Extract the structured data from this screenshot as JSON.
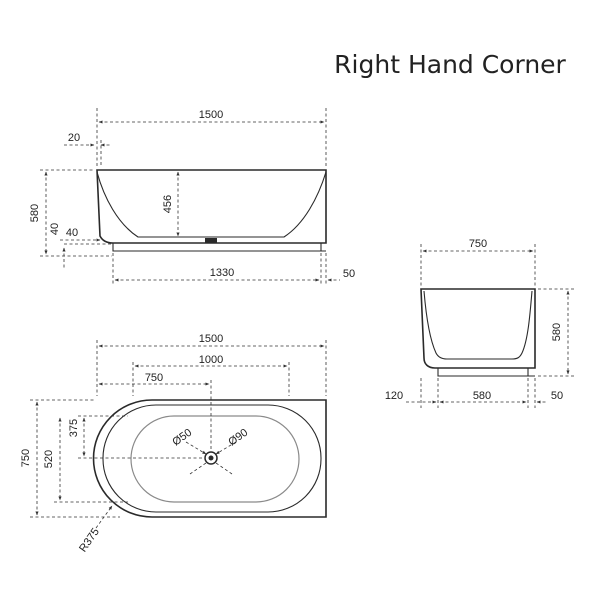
{
  "title": "Right Hand Corner",
  "side_view": {
    "overall_length": "1500",
    "lip_offset": "20",
    "overall_height": "580",
    "depth": "456",
    "base_offset": "40",
    "base_height": "40",
    "base_length": "1330",
    "base_right_offset": "50"
  },
  "end_view": {
    "width": "750",
    "height": "580",
    "left_offset": "120",
    "base_width": "580",
    "right_offset": "50"
  },
  "plan_view": {
    "length": "1500",
    "to_waste_far": "1000",
    "to_waste_near": "750",
    "width": "750",
    "to_waste_side": "375",
    "inner_width": "520",
    "waste_diameter": "Ø50",
    "overflow_diameter": "Ø90",
    "corner_radius": "R375"
  }
}
